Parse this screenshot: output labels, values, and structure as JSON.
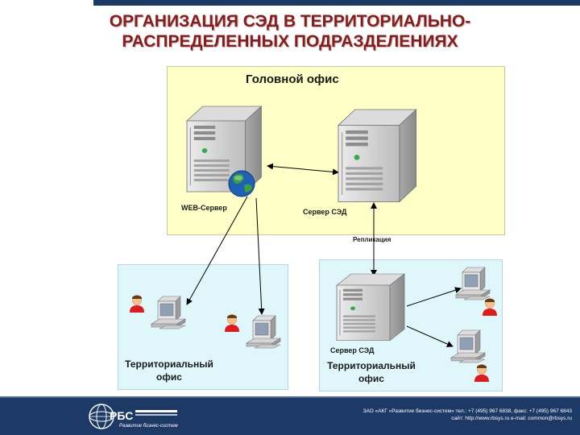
{
  "title": {
    "line1": "ОРГАНИЗАЦИЯ СЭД В ТЕРРИТОРИАЛЬНО-",
    "line2": "РАСПРЕДЕЛЕННЫХ ПОДРАЗДЕЛЕНИЯХ"
  },
  "diagram": {
    "head_office": {
      "label": "Головной  офис",
      "web_server_label": "WEB-Сервер",
      "edms_server_label": "Сервер СЭД"
    },
    "replication_label": "Репликация",
    "territorial_office_left": {
      "label_line1": "Территориальный",
      "label_line2": "офис"
    },
    "territorial_office_right": {
      "server_label": "Сервер СЭД",
      "label_line1": "Территориальный",
      "label_line2": "офис"
    }
  },
  "footer": {
    "logo_text": "РБС",
    "logo_tagline": "Развитие бизнес-систем",
    "line1": "ЗАО «АКГ «Развитие бизнес-систем» тел.: +7 (495) 967 6838, факс: +7 (495) 967 6843",
    "line2": "сайт: http://www.rbsys.ru  e-mail: common@rbsys.ru"
  },
  "colors": {
    "title": "#8b1a1a",
    "head_office_bg": "#ffffc8",
    "territorial_bg": "#dff6fb",
    "footer_bg": "#1d3a66"
  }
}
